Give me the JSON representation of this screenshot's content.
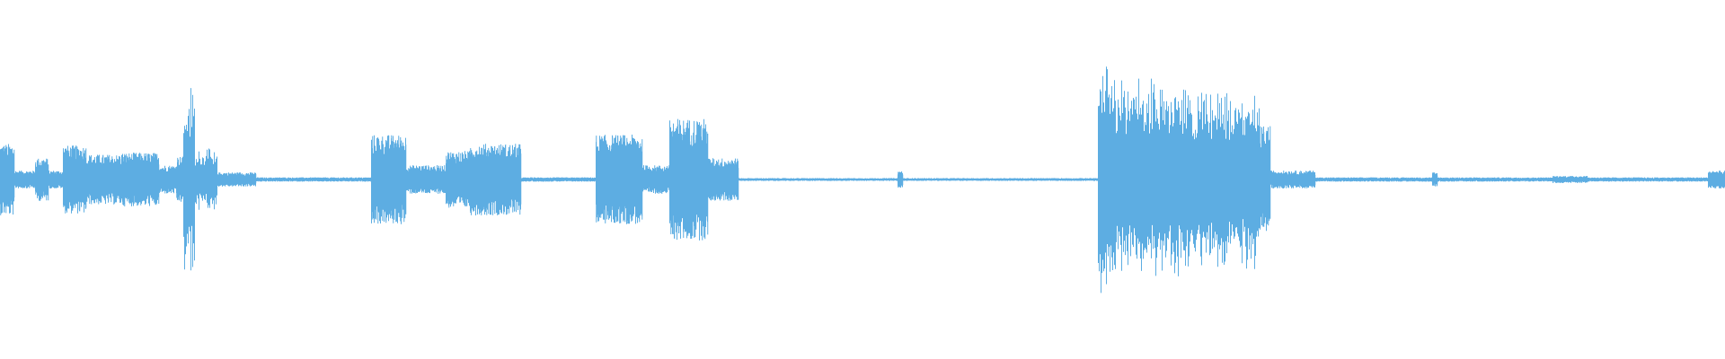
{
  "waveform": {
    "color": "#5dade2",
    "background": "#ffffff",
    "baseline_amplitude": 0.012,
    "segments": [
      {
        "start": 0.0,
        "end": 0.008,
        "amp": 0.2,
        "density": "dense"
      },
      {
        "start": 0.008,
        "end": 0.02,
        "amp": 0.05,
        "density": "dense"
      },
      {
        "start": 0.02,
        "end": 0.028,
        "amp": 0.12,
        "density": "dense"
      },
      {
        "start": 0.028,
        "end": 0.036,
        "amp": 0.05,
        "density": "dense"
      },
      {
        "start": 0.036,
        "end": 0.05,
        "amp": 0.19,
        "density": "dense"
      },
      {
        "start": 0.05,
        "end": 0.07,
        "amp": 0.14,
        "density": "dense"
      },
      {
        "start": 0.07,
        "end": 0.092,
        "amp": 0.15,
        "density": "dense"
      },
      {
        "start": 0.092,
        "end": 0.102,
        "amp": 0.08,
        "density": "dense"
      },
      {
        "start": 0.102,
        "end": 0.106,
        "amp": 0.13,
        "density": "dense"
      },
      {
        "start": 0.106,
        "end": 0.113,
        "amp": 0.42,
        "density": "sparse"
      },
      {
        "start": 0.113,
        "end": 0.126,
        "amp": 0.14,
        "density": "sparse"
      },
      {
        "start": 0.126,
        "end": 0.148,
        "amp": 0.04,
        "density": "dense"
      },
      {
        "start": 0.148,
        "end": 0.215,
        "amp": 0.012,
        "density": "dense"
      },
      {
        "start": 0.215,
        "end": 0.235,
        "amp": 0.25,
        "density": "dense"
      },
      {
        "start": 0.235,
        "end": 0.258,
        "amp": 0.08,
        "density": "dense"
      },
      {
        "start": 0.258,
        "end": 0.272,
        "amp": 0.16,
        "density": "dense"
      },
      {
        "start": 0.272,
        "end": 0.302,
        "amp": 0.2,
        "density": "dense"
      },
      {
        "start": 0.302,
        "end": 0.345,
        "amp": 0.012,
        "density": "dense"
      },
      {
        "start": 0.345,
        "end": 0.372,
        "amp": 0.25,
        "density": "dense"
      },
      {
        "start": 0.372,
        "end": 0.388,
        "amp": 0.08,
        "density": "dense"
      },
      {
        "start": 0.388,
        "end": 0.41,
        "amp": 0.34,
        "density": "dense"
      },
      {
        "start": 0.41,
        "end": 0.428,
        "amp": 0.12,
        "density": "dense"
      },
      {
        "start": 0.428,
        "end": 0.52,
        "amp": 0.008,
        "density": "dense"
      },
      {
        "start": 0.52,
        "end": 0.523,
        "amp": 0.05,
        "density": "dense"
      },
      {
        "start": 0.523,
        "end": 0.636,
        "amp": 0.008,
        "density": "dense"
      },
      {
        "start": 0.636,
        "end": 0.645,
        "amp": 0.52,
        "density": "sparse"
      },
      {
        "start": 0.645,
        "end": 0.688,
        "amp": 0.45,
        "density": "sparse"
      },
      {
        "start": 0.688,
        "end": 0.73,
        "amp": 0.4,
        "density": "sparse"
      },
      {
        "start": 0.73,
        "end": 0.736,
        "amp": 0.3,
        "density": "dense"
      },
      {
        "start": 0.736,
        "end": 0.762,
        "amp": 0.05,
        "density": "dense"
      },
      {
        "start": 0.762,
        "end": 0.83,
        "amp": 0.012,
        "density": "dense"
      },
      {
        "start": 0.83,
        "end": 0.833,
        "amp": 0.04,
        "density": "dense"
      },
      {
        "start": 0.833,
        "end": 0.9,
        "amp": 0.012,
        "density": "dense"
      },
      {
        "start": 0.9,
        "end": 0.92,
        "amp": 0.02,
        "density": "dense"
      },
      {
        "start": 0.92,
        "end": 0.99,
        "amp": 0.012,
        "density": "dense"
      },
      {
        "start": 0.99,
        "end": 1.0,
        "amp": 0.05,
        "density": "dense"
      }
    ]
  }
}
